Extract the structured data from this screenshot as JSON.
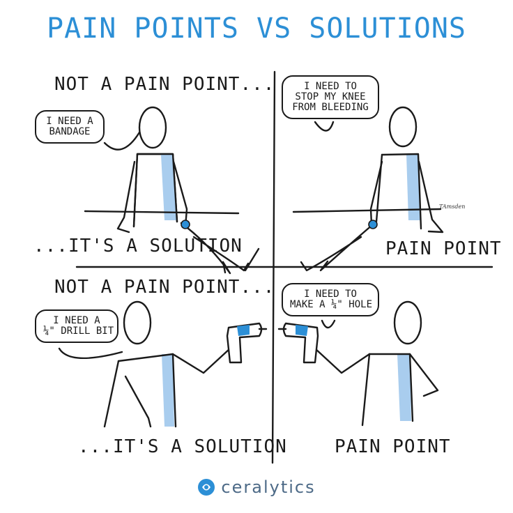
{
  "title": "PAIN POINTS VS SOLUTIONS",
  "panels": {
    "top_left": {
      "heading": "NOT A PAIN POINT...",
      "bubble": [
        "I NEED A",
        "BANDAGE"
      ],
      "caption": "...IT'S A SOLUTION"
    },
    "top_right": {
      "bubble": [
        "I NEED TO",
        "STOP MY KNEE",
        "FROM BLEEDING"
      ],
      "caption": "PAIN POINT"
    },
    "bottom_left": {
      "heading": "NOT A PAIN POINT...",
      "bubble": [
        "I NEED A",
        "¼\" DRILL BIT"
      ],
      "caption": "...IT'S A SOLUTION"
    },
    "bottom_right": {
      "bubble": [
        "I NEED TO",
        "MAKE A ¼\" HOLE"
      ],
      "caption": "PAIN POINT"
    }
  },
  "signature": "TAmsden",
  "brand": {
    "name": "ceralytics",
    "logo_icon": "ceralytics-logo-icon"
  },
  "colors": {
    "title": "#2c8fd6",
    "accent": "#a9cdee",
    "ink": "#1a1a1a",
    "brand": "#4d6a87"
  }
}
